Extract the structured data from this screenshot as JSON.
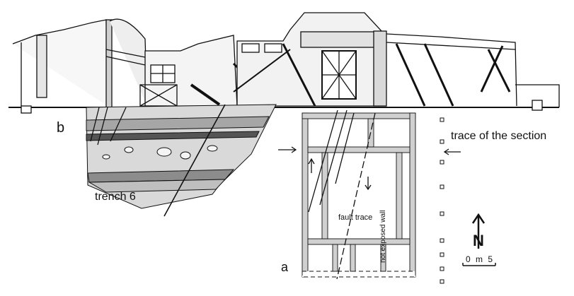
{
  "labels": {
    "panel_b": "b",
    "trench": "trench 6",
    "trace_of_section": "trace of the section",
    "panel_a": "a",
    "fault_trace": "fault trace",
    "not_exposed_wall": "not exposed wall",
    "north_arrow": "N",
    "scale": "0 m 5"
  },
  "colors": {
    "ink": "#111111",
    "soil_light": "#d9d9d9",
    "soil_mid": "#a6a6a6",
    "soil_dark": "#555555",
    "wall_fill": "#d0d0d0"
  }
}
